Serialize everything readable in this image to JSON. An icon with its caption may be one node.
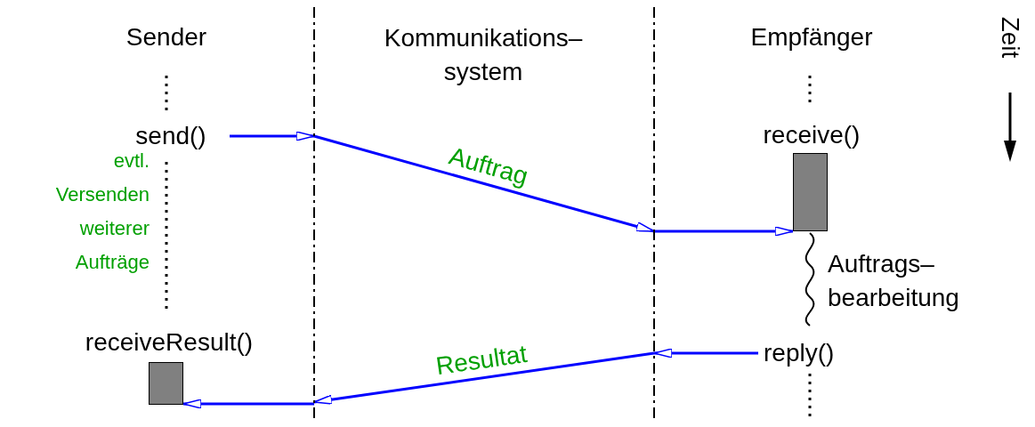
{
  "diagram": {
    "nodes": [
      {
        "text": [
          "Sender"
        ]
      },
      {
        "text": [
          "Kommunikations– system"
        ]
      },
      {
        "text": [
          "Empfänger"
        ]
      },
      {
        "text": [
          "send()"
        ]
      },
      {
        "text": [
          "receive()"
        ]
      },
      {
        "text": [],
        "shape": "box"
      },
      {
        "text": [
          "reply()"
        ]
      },
      {
        "text": [
          "receiveResult()"
        ]
      },
      {
        "text": [],
        "shape": "box"
      },
      {
        "text": [],
        "shape": "line"
      },
      {
        "text": [],
        "shape": "line"
      }
    ],
    "edges": [
      {
        "from": 3,
        "to": 9,
        "arrow": "to"
      },
      {
        "from": 9,
        "to": 10,
        "arrow": "to",
        "label": "Auftrag"
      },
      {
        "from": 10,
        "to": 5,
        "arrow": "to"
      },
      {
        "from": 6,
        "to": 10,
        "arrow": "to"
      },
      {
        "from": 10,
        "to": 9,
        "arrow": "to",
        "label": "Resultat"
      },
      {
        "from": 9,
        "to": 8,
        "arrow": "to"
      }
    ],
    "labels": [
      "evtl. Versenden weiterer Aufträge",
      "Auftrags– bearbeitung",
      "Zeit"
    ]
  }
}
